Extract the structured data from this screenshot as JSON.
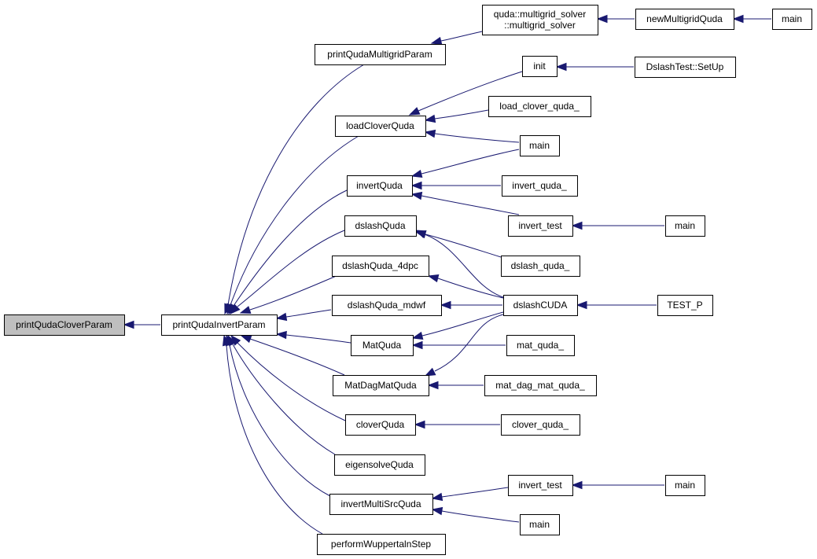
{
  "colors": {
    "edge": "#191970",
    "node_fill": "#ffffff",
    "node_stroke": "#000000",
    "highlight_fill": "#bfbfbf"
  },
  "nodes": [
    {
      "id": "n0",
      "label": "printQudaCloverParam",
      "highlight": true
    },
    {
      "id": "n1",
      "label": "printQudaInvertParam"
    },
    {
      "id": "n2",
      "label": "printQudaMultigridParam"
    },
    {
      "id": "n3",
      "label": "loadCloverQuda"
    },
    {
      "id": "n4",
      "label": "invertQuda"
    },
    {
      "id": "n5",
      "label": "dslashQuda"
    },
    {
      "id": "n6",
      "label": "dslashQuda_4dpc"
    },
    {
      "id": "n7",
      "label": "dslashQuda_mdwf"
    },
    {
      "id": "n8",
      "label": "MatQuda"
    },
    {
      "id": "n9",
      "label": "MatDagMatQuda"
    },
    {
      "id": "n10",
      "label": "cloverQuda"
    },
    {
      "id": "n11",
      "label": "eigensolveQuda"
    },
    {
      "id": "n12",
      "label": "invertMultiSrcQuda"
    },
    {
      "id": "n13",
      "label": "performWuppertalnStep"
    },
    {
      "id": "n14",
      "label": [
        "quda::multigrid_solver",
        "::multigrid_solver"
      ]
    },
    {
      "id": "n15",
      "label": "newMultigridQuda"
    },
    {
      "id": "n16",
      "label": "main"
    },
    {
      "id": "n17",
      "label": "init"
    },
    {
      "id": "n18",
      "label": "DslashTest::SetUp"
    },
    {
      "id": "n19",
      "label": "load_clover_quda_"
    },
    {
      "id": "n20",
      "label": "main"
    },
    {
      "id": "n21",
      "label": "invert_quda_"
    },
    {
      "id": "n22",
      "label": "invert_test"
    },
    {
      "id": "n23",
      "label": "main"
    },
    {
      "id": "n24",
      "label": "dslash_quda_"
    },
    {
      "id": "n25",
      "label": "dslashCUDA"
    },
    {
      "id": "n26",
      "label": "TEST_P"
    },
    {
      "id": "n27",
      "label": "mat_quda_"
    },
    {
      "id": "n28",
      "label": "mat_dag_mat_quda_"
    },
    {
      "id": "n29",
      "label": "clover_quda_"
    },
    {
      "id": "n30",
      "label": "invert_test"
    },
    {
      "id": "n31",
      "label": "main"
    },
    {
      "id": "n32",
      "label": "main"
    }
  ],
  "edges": [
    {
      "from": "n1",
      "to": "n0"
    },
    {
      "from": "n2",
      "to": "n1"
    },
    {
      "from": "n3",
      "to": "n1"
    },
    {
      "from": "n4",
      "to": "n1"
    },
    {
      "from": "n5",
      "to": "n1"
    },
    {
      "from": "n6",
      "to": "n1"
    },
    {
      "from": "n7",
      "to": "n1"
    },
    {
      "from": "n8",
      "to": "n1"
    },
    {
      "from": "n9",
      "to": "n1"
    },
    {
      "from": "n10",
      "to": "n1"
    },
    {
      "from": "n11",
      "to": "n1"
    },
    {
      "from": "n12",
      "to": "n1"
    },
    {
      "from": "n13",
      "to": "n1"
    },
    {
      "from": "n14",
      "to": "n2"
    },
    {
      "from": "n15",
      "to": "n14"
    },
    {
      "from": "n16",
      "to": "n15"
    },
    {
      "from": "n17",
      "to": "n3"
    },
    {
      "from": "n18",
      "to": "n17"
    },
    {
      "from": "n19",
      "to": "n3"
    },
    {
      "from": "n20",
      "to": "n3"
    },
    {
      "from": "n20",
      "to": "n4"
    },
    {
      "from": "n21",
      "to": "n4"
    },
    {
      "from": "n22",
      "to": "n4"
    },
    {
      "from": "n23",
      "to": "n22"
    },
    {
      "from": "n24",
      "to": "n5"
    },
    {
      "from": "n25",
      "to": "n5"
    },
    {
      "from": "n25",
      "to": "n6"
    },
    {
      "from": "n25",
      "to": "n7"
    },
    {
      "from": "n25",
      "to": "n8"
    },
    {
      "from": "n25",
      "to": "n9"
    },
    {
      "from": "n26",
      "to": "n25"
    },
    {
      "from": "n27",
      "to": "n8"
    },
    {
      "from": "n28",
      "to": "n9"
    },
    {
      "from": "n29",
      "to": "n10"
    },
    {
      "from": "n30",
      "to": "n12"
    },
    {
      "from": "n31",
      "to": "n30"
    },
    {
      "from": "n32",
      "to": "n12"
    }
  ]
}
